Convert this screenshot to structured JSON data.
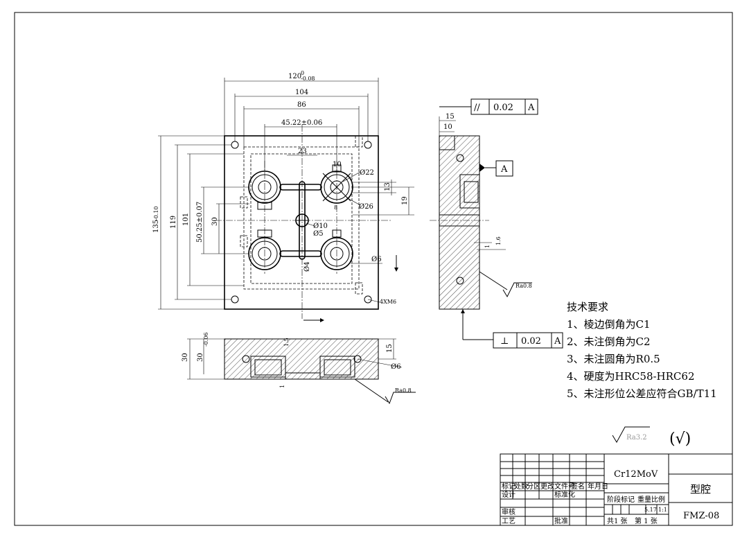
{
  "dimensions": {
    "width_top": "120",
    "width_top_tol_upper": "0",
    "width_top_tol_lower": "-0.08",
    "d104": "104",
    "d86": "86",
    "d45": "45.22±0.06",
    "d23": "23",
    "d10": "10",
    "phi22": "Ø22",
    "phi26": "Ø26",
    "d13": "13",
    "d19": "19",
    "d8": "8",
    "phi10": "Ø10",
    "phi5": "Ø5",
    "phi4": "Ø4",
    "phi6": "Ø6",
    "m6": "4XM6",
    "h135": "135",
    "h135_tol_upper": "0",
    "h135_tol_lower": "-0.10",
    "h119": "119",
    "h101": "101",
    "h50": "50.25±0.07",
    "h30": "30",
    "side_15": "15",
    "side_10": "10",
    "side_1": "1",
    "side_1_6": "1.6",
    "bottom_30": "30",
    "bottom_30b": "30",
    "bottom_30b_tol": "-0.06",
    "bottom_15": "15",
    "bottom_1_5": "1.5",
    "bottom_1": "1",
    "bottom_phi6": "Ø6",
    "ra08_a": "Ra0.8",
    "ra08_b": "Ra0.8"
  },
  "tolerances": {
    "parallel": {
      "symbol": "//",
      "value": "0.02",
      "datum": "A"
    },
    "perpendicular": {
      "symbol": "⊥",
      "value": "0.02",
      "datum": "A"
    },
    "datum_label": "A"
  },
  "notes": {
    "title": "技术要求",
    "items": [
      "1、棱边倒角为C1",
      "2、未注倒角为C2",
      "3、未注圆角为R0.5",
      "4、硬度为HRC58-HRC62",
      "5、未注形位公差应符合GB/T11"
    ]
  },
  "surface": {
    "general_roughness": "Ra3.2",
    "bracket": "(√)"
  },
  "title_block": {
    "material": "Cr12MoV",
    "part_name": "型腔",
    "drawing_no": "FMZ-08",
    "row_marks": "标记",
    "row_count": "处数",
    "row_zone": "分区",
    "row_change": "更改文件号",
    "row_sign": "签名",
    "row_date": "年月日",
    "design": "设计",
    "standardize": "标准化",
    "stage_mark": "阶段标记",
    "weight": "重量",
    "scale": "比例",
    "weight_value": "5.17",
    "scale_value": "1:1",
    "review": "审核",
    "process": "工艺",
    "approve": "批准",
    "sheets_total": "共1 张",
    "sheet_no": "第 1 张"
  }
}
